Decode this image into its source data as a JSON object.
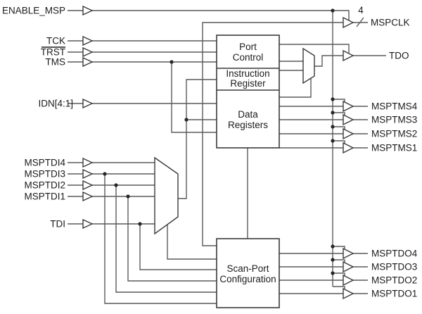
{
  "signals": {
    "inputs": {
      "enable_msp": "ENABLE_MSP",
      "tck": "TCK",
      "trst": "TRST",
      "tms": "TMS",
      "idn": "IDN[4:1]",
      "msptdi4": "MSPTDI4",
      "msptdi3": "MSPTDI3",
      "msptdi2": "MSPTDI2",
      "msptdi1": "MSPTDI1",
      "tdi": "TDI"
    },
    "outputs": {
      "mspclk": "MSPCLK",
      "tdo": "TDO",
      "msptms4": "MSPTMS4",
      "msptms3": "MSPTMS3",
      "msptms2": "MSPTMS2",
      "msptms1": "MSPTMS1",
      "msptdo4": "MSPTDO4",
      "msptdo3": "MSPTDO3",
      "msptdo2": "MSPTDO2",
      "msptdo1": "MSPTDO1"
    }
  },
  "blocks": {
    "port_control": {
      "line1": "Port",
      "line2": "Control"
    },
    "instruction_register": {
      "line1": "Instruction",
      "line2": "Register"
    },
    "data_registers": {
      "line1": "Data",
      "line2": "Registers"
    },
    "scan_port_configuration": {
      "line1": "Scan-Port",
      "line2": "Configuration"
    }
  },
  "annotations": {
    "mspclk_bus_width": "4"
  },
  "colors": {
    "wire": "#5a5a5a",
    "shape_stroke": "#3a3a3a",
    "text": "#1b1b1b",
    "background": "#ffffff"
  }
}
